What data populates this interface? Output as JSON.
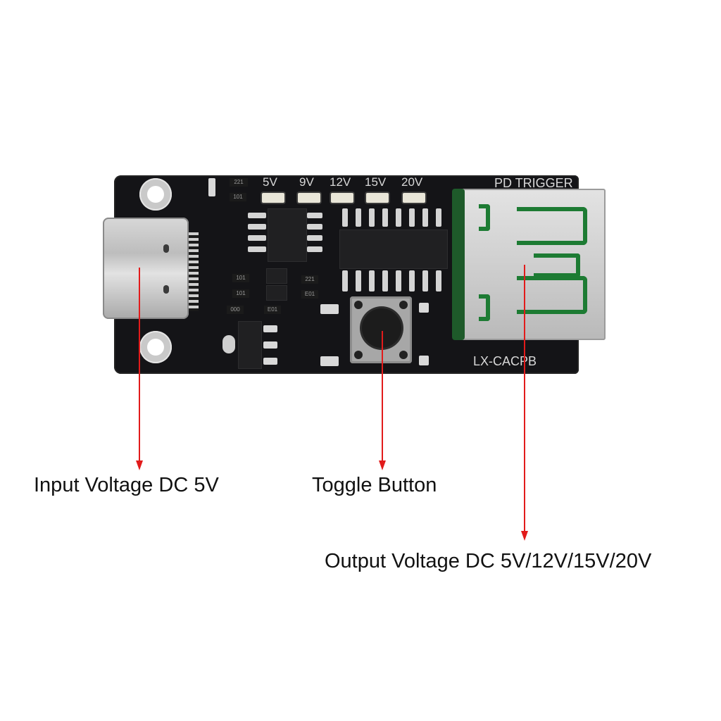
{
  "board": {
    "title_silk": "PD TRIGGER",
    "model_silk": "LX-CACPB",
    "voltage_leds": [
      {
        "label": "5V"
      },
      {
        "label": "9V"
      },
      {
        "label": "12V"
      },
      {
        "label": "15V"
      },
      {
        "label": "20V"
      }
    ],
    "component_codes": {
      "r1": "221",
      "r2": "E01",
      "r3": "E01",
      "r4": "101",
      "r5": "101",
      "r6": "000"
    },
    "colors": {
      "pcb": "#141417",
      "silkscreen": "#d8d8d8",
      "connector_metal": "#c9c9c9",
      "usb_a_green": "#1d7b33",
      "arrow": "#e21b1b"
    }
  },
  "callouts": [
    {
      "id": "input",
      "label": "Input Voltage DC 5V",
      "icon": "usb-c-connector"
    },
    {
      "id": "toggle",
      "label": "Toggle Button",
      "icon": "tactile-switch"
    },
    {
      "id": "output",
      "label": "Output Voltage DC 5V/12V/15V/20V",
      "icon": "usb-a-connector"
    }
  ]
}
